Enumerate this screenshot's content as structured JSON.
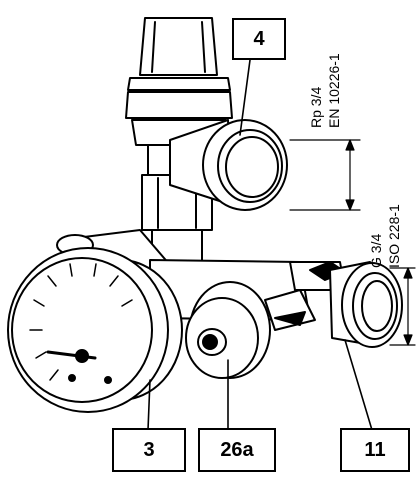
{
  "callouts": {
    "c4": "4",
    "c3": "3",
    "c26a": "26a",
    "c11": "11"
  },
  "dimensions": {
    "upper_thread": "Rp 3/4",
    "upper_standard": "EN 10226-1",
    "lower_thread": "G 3/4",
    "lower_standard": "ISO 228-1"
  }
}
